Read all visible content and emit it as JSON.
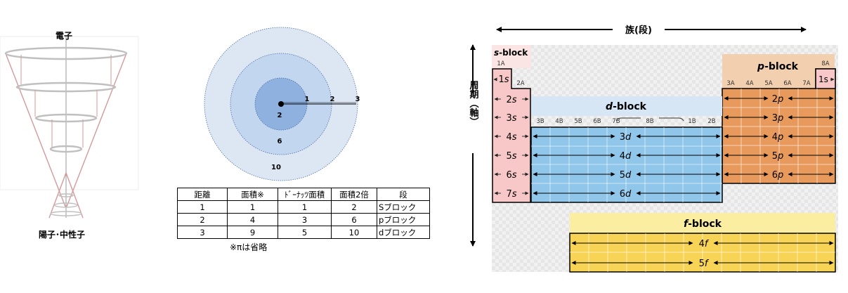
{
  "cone": {
    "top_label": "電子",
    "bottom_label": "陽子･中性子"
  },
  "circles": {
    "distance_labels": [
      "1",
      "2",
      "3"
    ],
    "ring_values": [
      "2",
      "6",
      "10"
    ]
  },
  "table": {
    "headers": [
      "距離",
      "面積※",
      "ﾄﾞｰﾅｯﾂ面積",
      "面積2倍",
      "段"
    ],
    "rows": [
      [
        "1",
        "1",
        "1",
        "2",
        "Sブロック"
      ],
      [
        "2",
        "4",
        "3",
        "6",
        "pブロック"
      ],
      [
        "3",
        "9",
        "5",
        "10",
        "dブロック"
      ]
    ],
    "note": "※πは省略"
  },
  "periodic": {
    "horizontal_axis": "族(段)",
    "vertical_axis": "周期（軸）",
    "s_block": {
      "label_letter": "s",
      "label_rest": "-block",
      "group_1a": "1A",
      "group_2a": "2A",
      "rows": [
        "1s",
        "2s",
        "3s",
        "4s",
        "5s",
        "6s",
        "7s"
      ]
    },
    "p_block": {
      "label_letter": "p",
      "label_rest": "-block",
      "group_8a": "8A",
      "he": "1s",
      "groups": [
        "3A",
        "4A",
        "5A",
        "6A",
        "7A"
      ],
      "rows": [
        "2p",
        "3p",
        "4p",
        "5p",
        "6p"
      ]
    },
    "d_block": {
      "label_letter": "d",
      "label_rest": "-block",
      "groups": [
        "3B",
        "4B",
        "5B",
        "6B",
        "7B",
        "8B",
        "1B",
        "2B"
      ],
      "rows": [
        "3d",
        "4d",
        "5d",
        "6d"
      ]
    },
    "f_block": {
      "label_letter": "f",
      "label_rest": "-block",
      "rows": [
        "4f",
        "5f"
      ]
    },
    "colors": {
      "s": "#f8c8c8",
      "p": "#e8995c",
      "d": "#8fc6ea",
      "f": "#f7d356",
      "s_label_bg": "#fbe4e4",
      "p_label_bg": "#f2cfae",
      "d_label_bg": "#d6e6f4",
      "f_label_bg": "#fbeea0"
    }
  }
}
